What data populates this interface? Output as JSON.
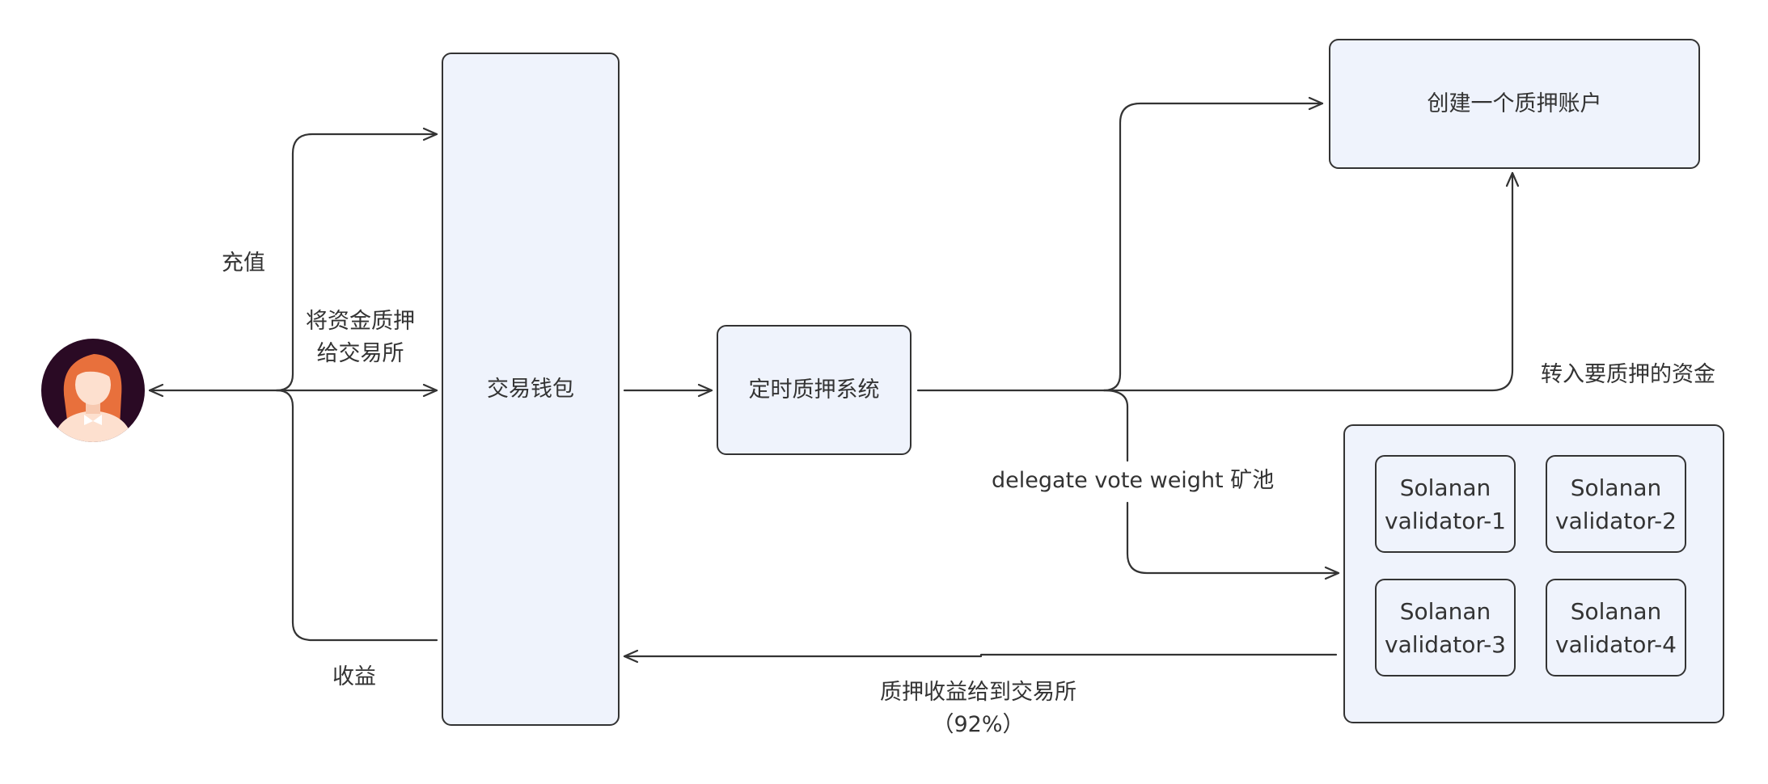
{
  "boxes": {
    "wallet": "交易钱包",
    "staking_system": "定时质押系统",
    "create_account": "创建一个质押账户"
  },
  "validators": [
    {
      "line1": "Solanan",
      "line2": "validator-1"
    },
    {
      "line1": "Solanan",
      "line2": "validator-2"
    },
    {
      "line1": "Solanan",
      "line2": "validator-3"
    },
    {
      "line1": "Solanan",
      "line2": "validator-4"
    }
  ],
  "labels": {
    "deposit": "充值",
    "stake_line1": "将资金质押",
    "stake_line2": "给交易所",
    "earnings": "收益",
    "transfer": "转入要质押的资金",
    "delegate": "delegate vote weight 矿池",
    "reward_line1": "质押收益给到交易所",
    "reward_line2": "（92%）"
  },
  "colors": {
    "box_fill": "#eff3fc",
    "stroke": "#333333",
    "avatar_bg": "#2a0a24",
    "hair": "#e8703c",
    "skin": "#fde0cf"
  }
}
